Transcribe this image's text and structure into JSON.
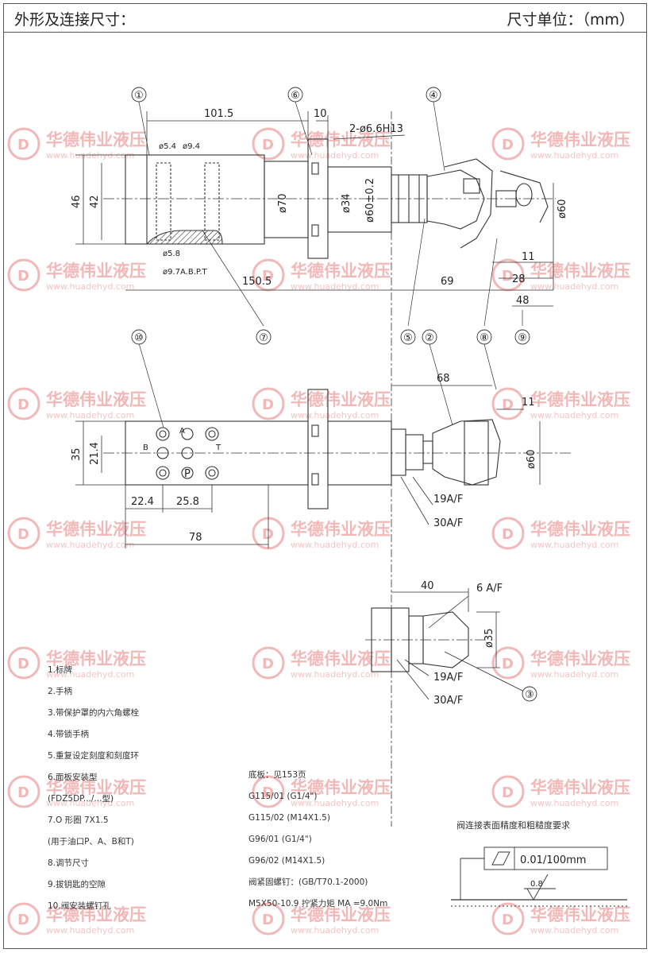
{
  "header": {
    "title": "外形及连接尺寸：",
    "unit": "尺寸单位：（mm）"
  },
  "watermark": {
    "brand": "华德伟业液压",
    "url": "www.huadehyd.com",
    "color": "#e24b4b"
  },
  "callouts": [
    "①",
    "②",
    "③",
    "④",
    "⑤",
    "⑥",
    "⑦",
    "⑧",
    "⑨",
    "⑩"
  ],
  "dimensions": {
    "d101_5": "101.5",
    "d10": "10",
    "hole": "2-ø6.6H13",
    "d46": "46",
    "d42": "42",
    "d5_4": "ø5.4",
    "d9_4": "ø9.4",
    "d5_8": "ø5.8",
    "d9_7": "ø9.7A.B.P.T",
    "d70": "ø70",
    "d34": "ø34",
    "d60_tol": "ø60±0.2",
    "d60": "ø60",
    "d11": "11",
    "d28": "28",
    "d48": "48",
    "d150_5": "150.5",
    "d69": "69",
    "d68": "68",
    "d11b": "11",
    "d35": "35",
    "d21_4": "21.4",
    "d22_4": "22.4",
    "d25_8": "25.8",
    "d78": "78",
    "port_a": "A",
    "port_b": "B",
    "port_p": "P",
    "port_t": "T",
    "d60b": "ø60",
    "af19": "19A/F",
    "af30": "30A/F",
    "d40": "40",
    "af6": "6 A/F",
    "d35b": "ø35",
    "af19b": "19A/F",
    "af30b": "30A/F"
  },
  "legend": {
    "left": [
      "1.标牌",
      "2.手柄",
      "3.带保护罩的内六角螺栓",
      "4.带锁手柄",
      "5.重复设定刻度和刻度环",
      "6.面板安装型",
      "(FDZ5DP.../...型)",
      "7.O 形圈 7X1.5",
      "(用于油口P、A、B和T)",
      "8.调节尺寸",
      "9.拔钥匙的空隙",
      "10.阀安装螺钉孔"
    ],
    "right": [
      "底板：见153页",
      "G115/01 (G1/4\")",
      "G115/02 (M14X1.5)",
      "G96/01 (G1/4\")",
      "G96/02 (M14X1.5)",
      "阀紧固螺钉：(GB/T70.1-2000)",
      "M5X50-10.9 拧紧力矩  MA =9.0Nm"
    ]
  },
  "roughness": {
    "title": "阀连接表面精度和粗糙度要求",
    "flatness": "0.01/100mm",
    "ra": "0.8"
  }
}
